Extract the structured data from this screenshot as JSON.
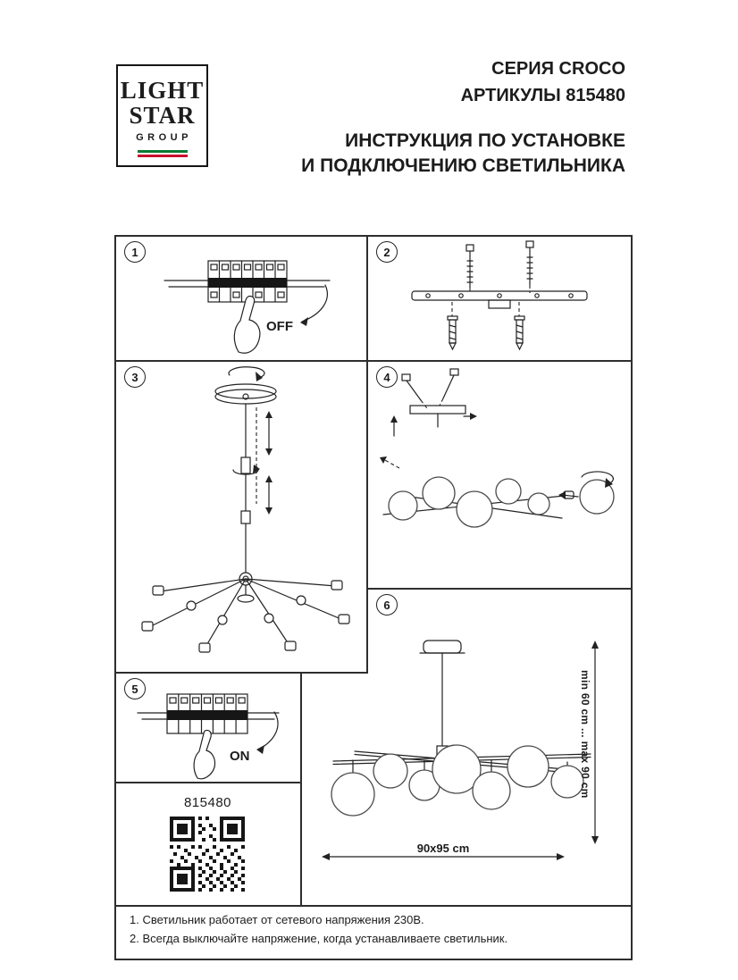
{
  "logo": {
    "light": "LIGHT",
    "star": "STAR",
    "group": "GROUP"
  },
  "header": {
    "series": "СЕРИЯ CROCO",
    "articles": "АРТИКУЛЫ 815480",
    "title_line1": "ИНСТРУКЦИЯ ПО УСТАНОВКЕ",
    "title_line2": "И ПОДКЛЮЧЕНИЮ СВЕТИЛЬНИКА"
  },
  "steps": {
    "s1": {
      "num": "1",
      "label": "OFF"
    },
    "s2": {
      "num": "2"
    },
    "s3": {
      "num": "3"
    },
    "s4": {
      "num": "4"
    },
    "s5": {
      "num": "5",
      "label": "ON"
    },
    "s6": {
      "num": "6",
      "height_label": "min 60 cm ... max 90 cm",
      "width_label": "90x95 cm"
    }
  },
  "qr": {
    "article": "815480"
  },
  "notes": {
    "line1": "1. Светильник работает от сетевого напряжения 230В.",
    "line2": "2. Всегда выключайте напряжение, когда устанавливаете светильник."
  },
  "colors": {
    "ink": "#1c1c1c",
    "grid": "#2e2e2e",
    "flag_green": "#0a7a33",
    "flag_red": "#c8102e"
  }
}
